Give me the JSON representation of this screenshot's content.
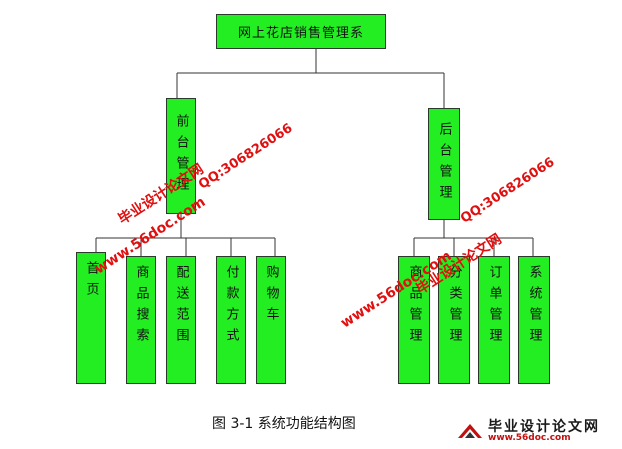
{
  "diagram": {
    "root": "网上花店销售管理系",
    "branches": [
      {
        "label": "前台管理",
        "children": [
          "首页",
          "商品搜索",
          "配送范围",
          "付款方式",
          "购物车"
        ]
      },
      {
        "label": "后台管理",
        "children": [
          "商品管理",
          "分类管理",
          "订单管理",
          "系统管理"
        ]
      }
    ],
    "caption": "图 3-1    系统功能结构图"
  },
  "watermarks": {
    "site_name": "毕业设计论文网",
    "url": "www.56doc.com",
    "qq": "QQ:306826066"
  },
  "logo": {
    "name": "毕业设计论文网",
    "url": "www.56doc.com"
  },
  "colors": {
    "box_fill": "#22ee22",
    "watermark": "#e01010"
  }
}
